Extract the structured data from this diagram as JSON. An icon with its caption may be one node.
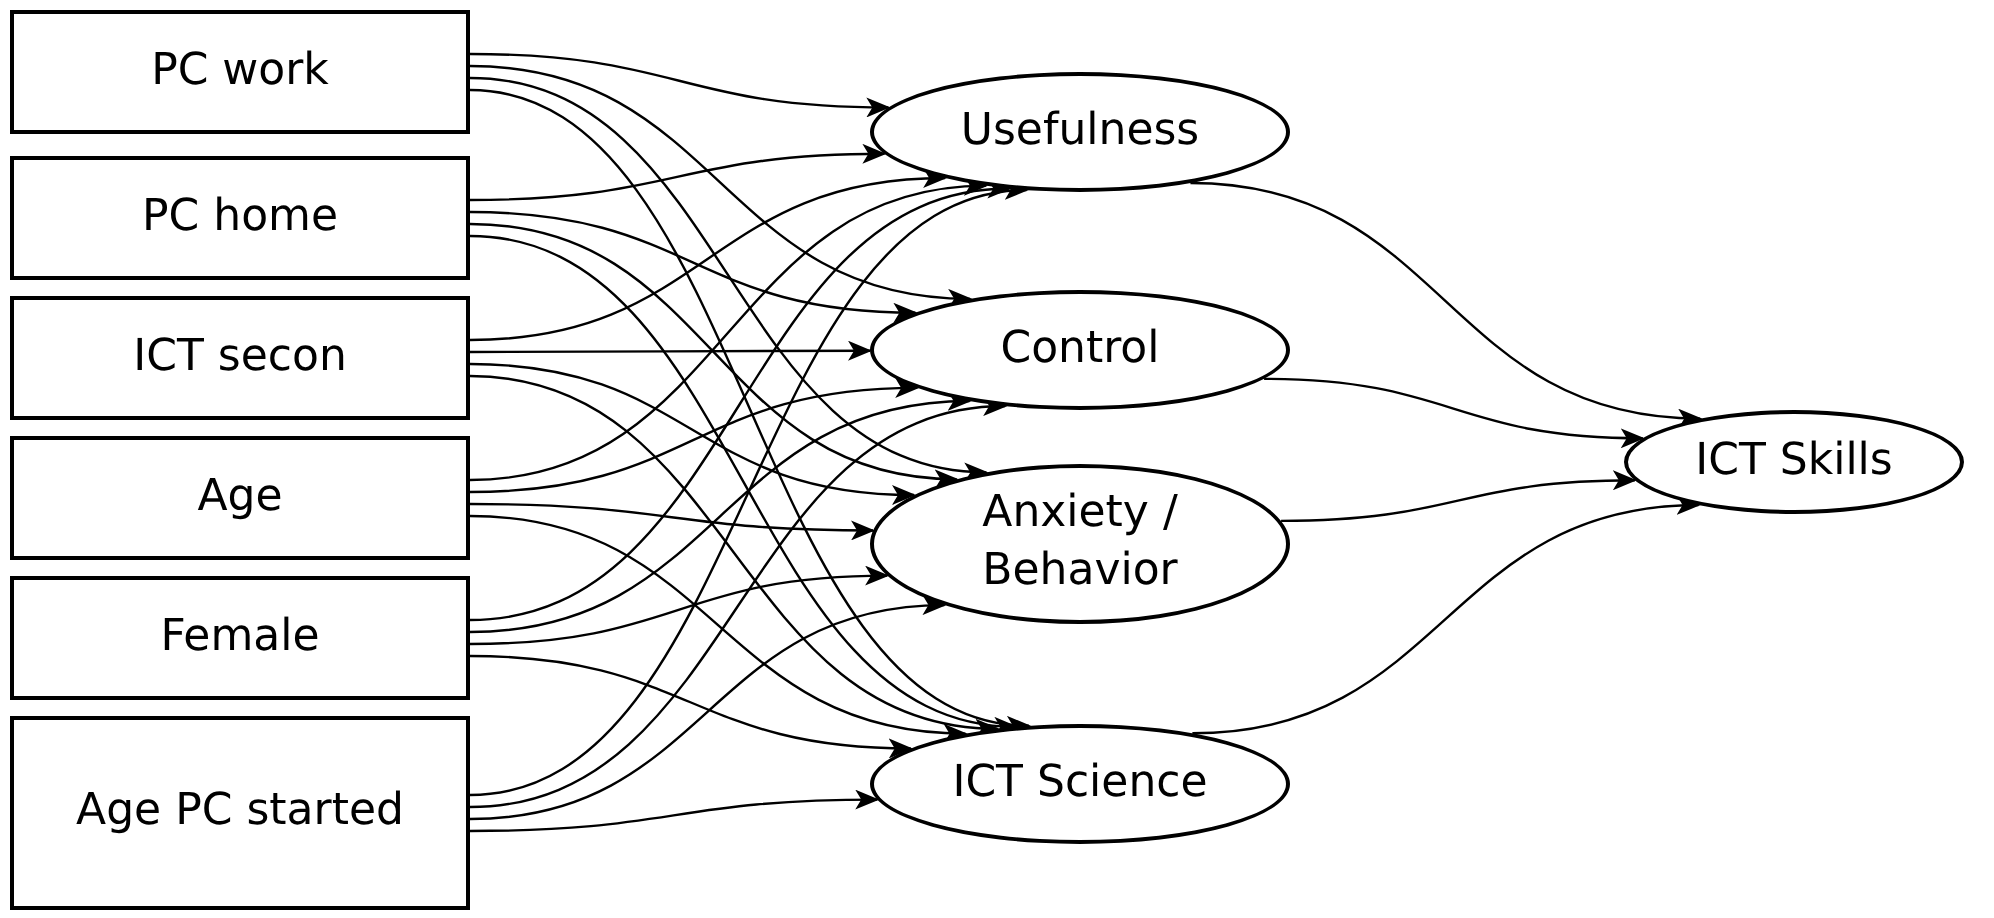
{
  "diagram": {
    "nodes": [
      {
        "text": [
          "PC work"
        ]
      },
      {
        "text": [
          "PC home"
        ]
      },
      {
        "text": [
          "ICT secon"
        ]
      },
      {
        "text": [
          "Age"
        ]
      },
      {
        "text": [
          "Female"
        ]
      },
      {
        "text": [
          "Age PC started"
        ]
      },
      {
        "text": [
          "Usefulness"
        ]
      },
      {
        "text": [
          "Control"
        ]
      },
      {
        "text": [
          "Anxiety / Behavior"
        ]
      },
      {
        "text": [
          "ICT Science"
        ]
      },
      {
        "text": [
          "ICT Skills"
        ]
      }
    ],
    "edges": [
      {
        "from": 0,
        "to": 6,
        "arrow": "to"
      },
      {
        "from": 0,
        "to": 7,
        "arrow": "to"
      },
      {
        "from": 0,
        "to": 8,
        "arrow": "to"
      },
      {
        "from": 0,
        "to": 9,
        "arrow": "to"
      },
      {
        "from": 1,
        "to": 6,
        "arrow": "to"
      },
      {
        "from": 1,
        "to": 7,
        "arrow": "to"
      },
      {
        "from": 1,
        "to": 8,
        "arrow": "to"
      },
      {
        "from": 1,
        "to": 9,
        "arrow": "to"
      },
      {
        "from": 2,
        "to": 6,
        "arrow": "to"
      },
      {
        "from": 2,
        "to": 7,
        "arrow": "to"
      },
      {
        "from": 2,
        "to": 8,
        "arrow": "to"
      },
      {
        "from": 2,
        "to": 9,
        "arrow": "to"
      },
      {
        "from": 3,
        "to": 6,
        "arrow": "to"
      },
      {
        "from": 3,
        "to": 7,
        "arrow": "to"
      },
      {
        "from": 3,
        "to": 8,
        "arrow": "to"
      },
      {
        "from": 3,
        "to": 9,
        "arrow": "to"
      },
      {
        "from": 4,
        "to": 6,
        "arrow": "to"
      },
      {
        "from": 4,
        "to": 7,
        "arrow": "to"
      },
      {
        "from": 4,
        "to": 8,
        "arrow": "to"
      },
      {
        "from": 4,
        "to": 9,
        "arrow": "to"
      },
      {
        "from": 5,
        "to": 6,
        "arrow": "to"
      },
      {
        "from": 5,
        "to": 7,
        "arrow": "to"
      },
      {
        "from": 5,
        "to": 8,
        "arrow": "to"
      },
      {
        "from": 5,
        "to": 9,
        "arrow": "to"
      },
      {
        "from": 6,
        "to": 10,
        "arrow": "to"
      },
      {
        "from": 7,
        "to": 10,
        "arrow": "to"
      },
      {
        "from": 8,
        "to": 10,
        "arrow": "to"
      },
      {
        "from": 9,
        "to": 10,
        "arrow": "to"
      }
    ]
  }
}
